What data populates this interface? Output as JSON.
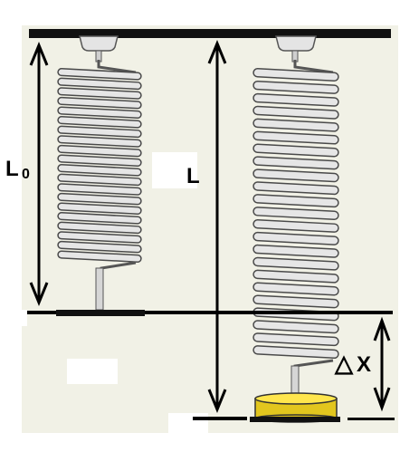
{
  "labels": {
    "l0_main": "L",
    "l0_sub": "0",
    "l": "L",
    "dx_symbol": "△",
    "dx_letter": "X"
  },
  "colors": {
    "background": "#f1f1e6",
    "line": "#000000",
    "coil": "#e6e6e6",
    "coil_stroke": "#4a4a4a",
    "mass_top": "#ffe64d",
    "mass_side": "#e2c61e"
  }
}
